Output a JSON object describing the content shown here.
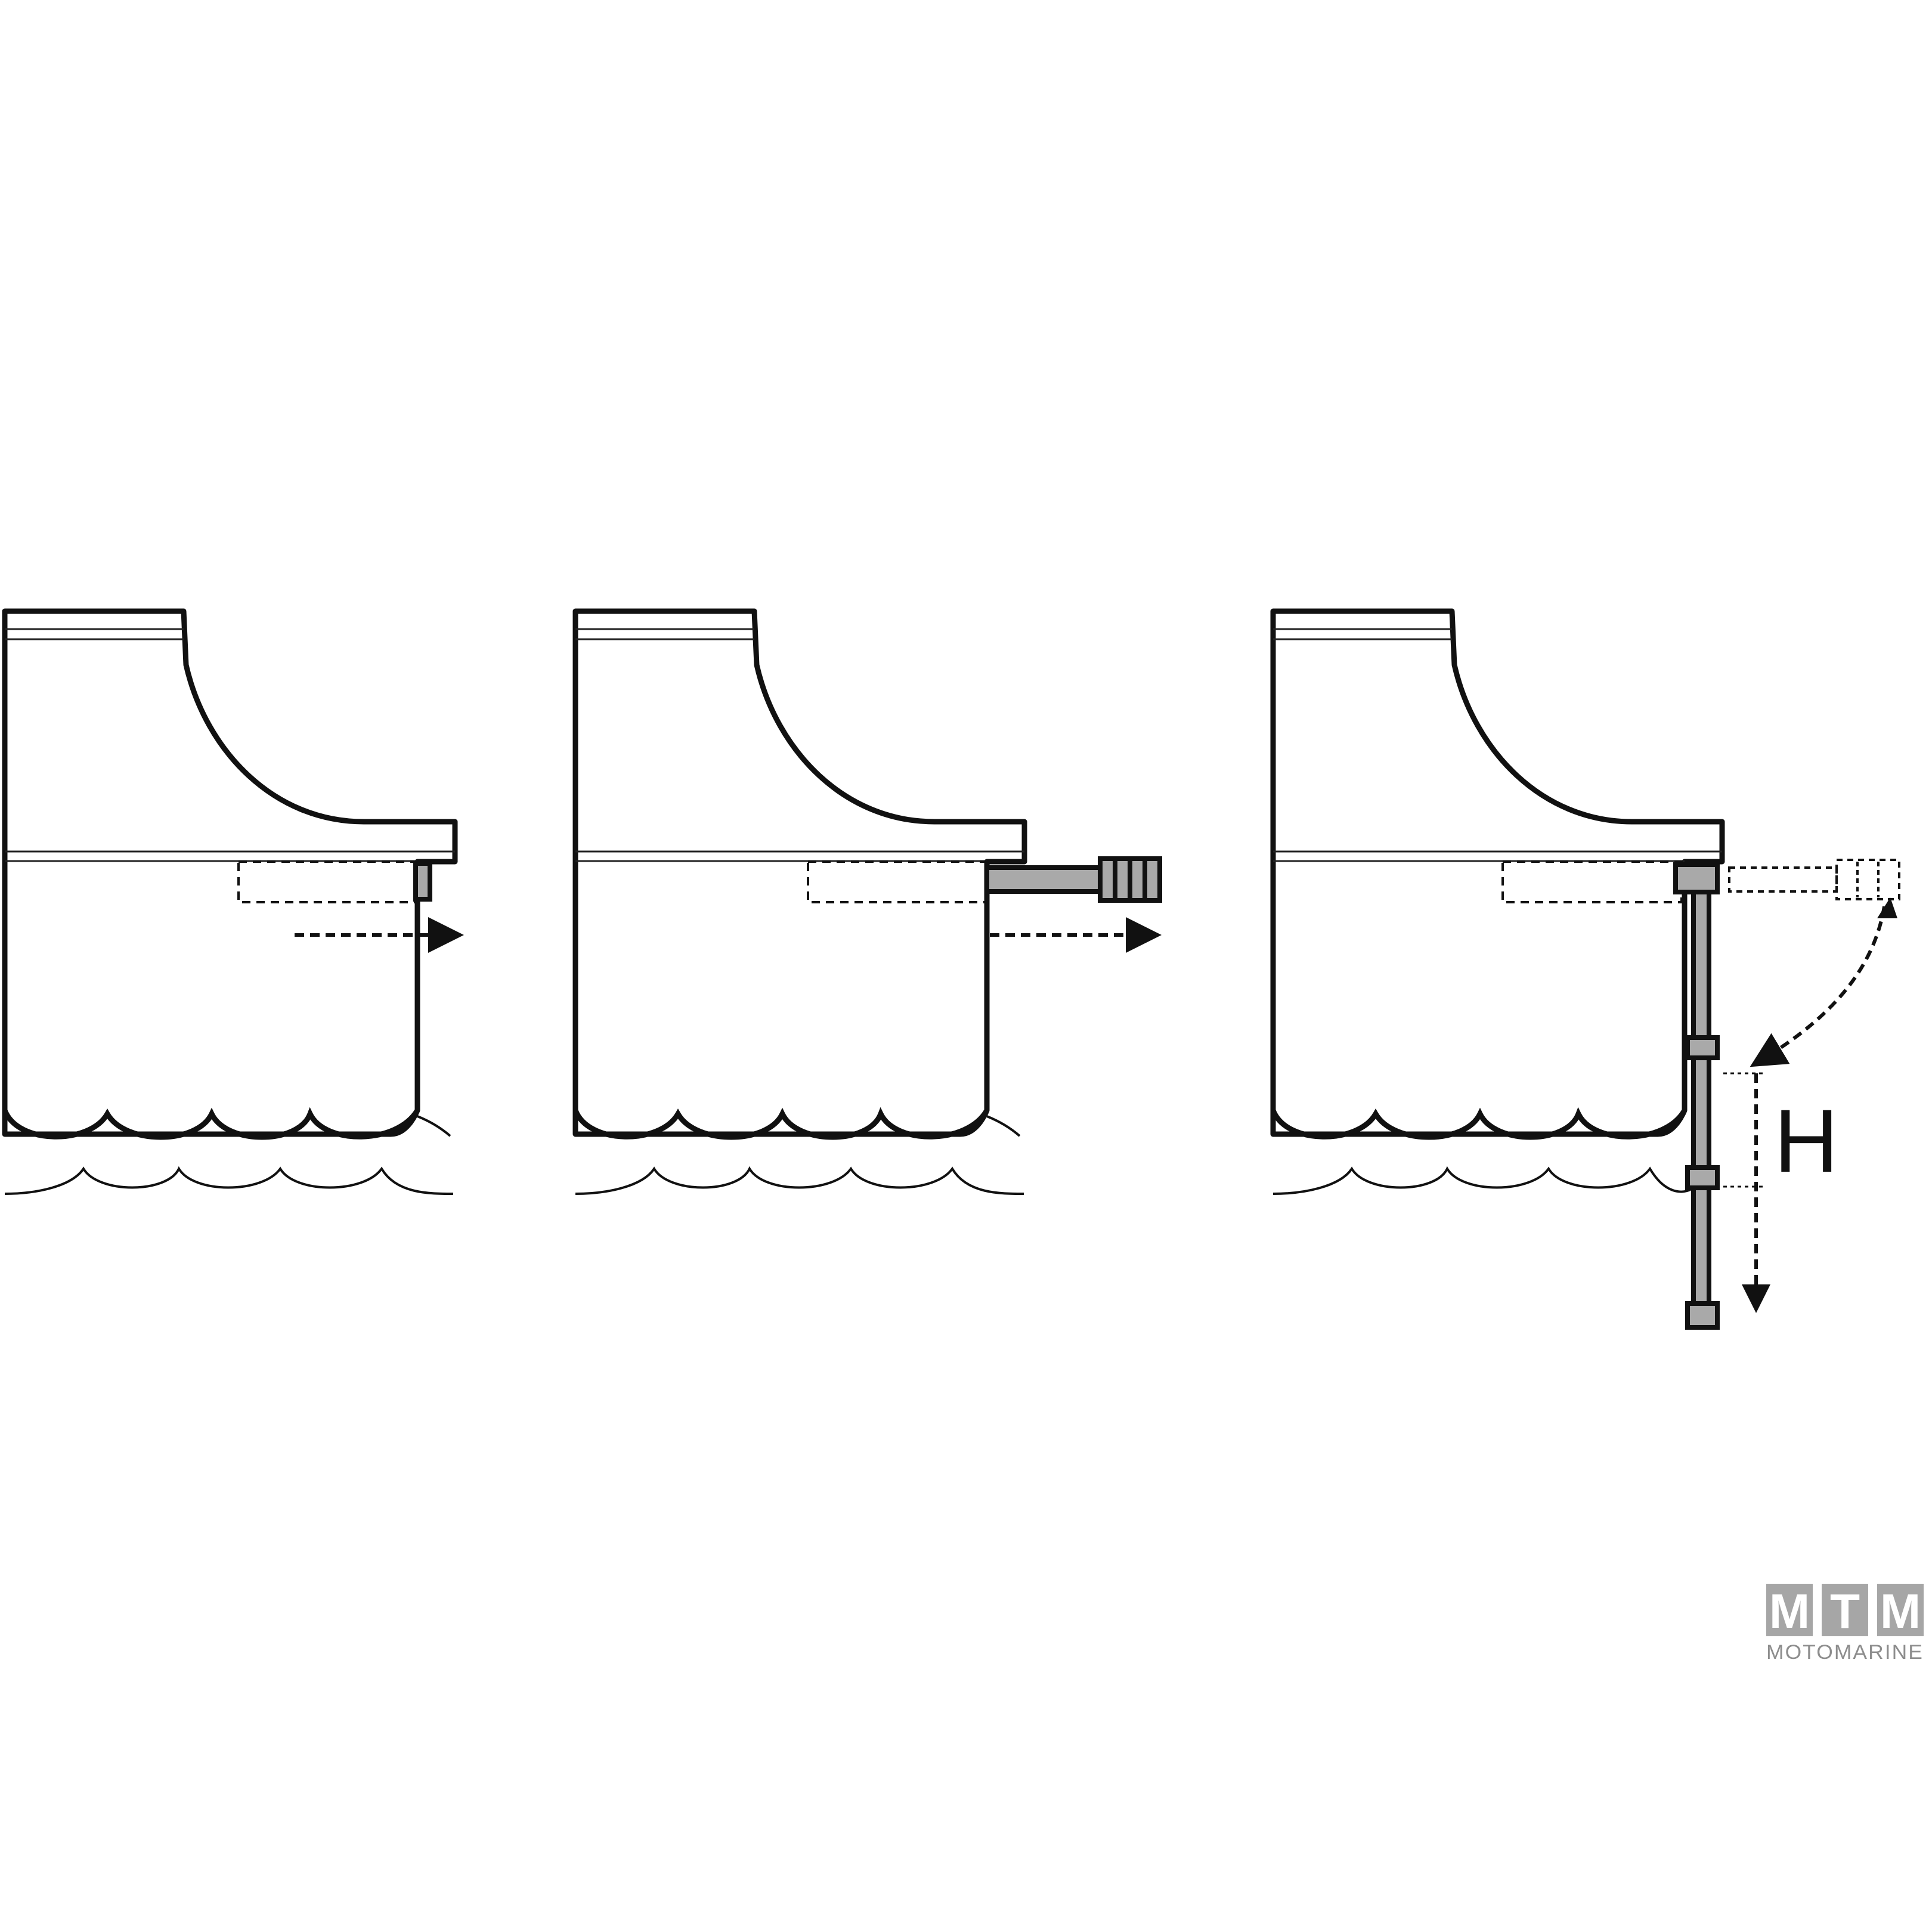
{
  "diagram": {
    "panels": [
      {
        "id": "panel-1",
        "ladder_state": "stowed"
      },
      {
        "id": "panel-2",
        "ladder_state": "extended-horizontal"
      },
      {
        "id": "panel-3",
        "ladder_state": "deployed-vertical"
      }
    ],
    "dimension_label": "H"
  },
  "logo": {
    "letters": [
      "M",
      "T",
      "M"
    ],
    "subtitle": "MOTOMARINE"
  },
  "colors": {
    "line": "#111111",
    "ladder_fill": "#a9a9a9",
    "logo_gray": "#a6a6a6"
  }
}
